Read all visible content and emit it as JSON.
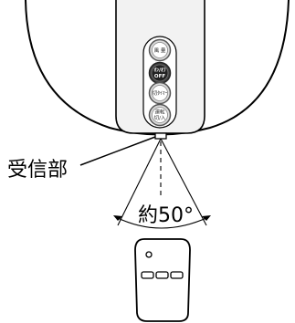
{
  "receiver_label": "受信部",
  "angle_label": "約50°",
  "unit_buttons": [
    {
      "name": "風量",
      "lines": [
        "風 量"
      ]
    },
    {
      "name": "オン/オフ",
      "lines": [
        "ｵﾝ/ｵﾌ",
        "OFF"
      ]
    },
    {
      "name": "切タイマー",
      "lines": [
        "切ﾀｲﾏｰ"
      ]
    },
    {
      "name": "運転切/入",
      "lines": [
        "運転",
        "切/入"
      ]
    }
  ],
  "colors": {
    "line": "#000000",
    "panel_fill": "#f2f2f2",
    "button_fill": "#d9d9d9",
    "button_ring": "#555555"
  },
  "icons": {
    "remote": "remote-control-icon",
    "arc_arrow": "double-headed-arc-arrow"
  }
}
